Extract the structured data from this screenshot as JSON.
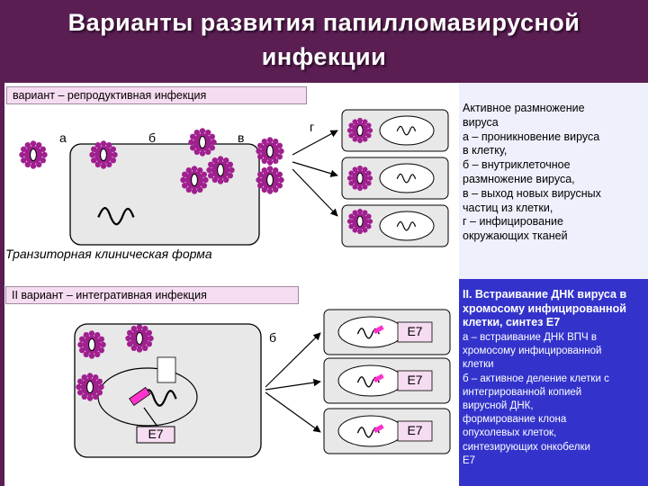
{
  "title": "Варианты развития папилломавирусной\nинфекции",
  "variant1": {
    "label": "вариант – репродуктивная инфекция",
    "letters": {
      "a": "а",
      "b": "б",
      "v": "в",
      "g": "г"
    },
    "footer": "Транзиторная клиническая форма",
    "description": "Активное размножение\nвируса\nа – проникновение вируса\n      в клетку,\nб – внутриклеточное\n      размножение вируса,\nв – выход новых вирусных\n      частиц из клетки,\nг – инфицирование\n      окружающих тканей"
  },
  "variant2": {
    "label": "II вариант – интегративная инфекция",
    "letter_b": "б",
    "e7": "Е7",
    "description_title": "II. Встраивание ДНК вируса в\nхромосому инфицированной\nклетки, синтез Е7",
    "description_body": "а – встраивание ДНК ВПЧ в\n      хромосому инфицированной\n      клетки\nб – активное деление клетки с\n      интегрированной копией\n      вирусной ДНК,\n      формирование клона\n      опухолевых клеток,\n      синтезирующих онкобелки\n      Е7"
  },
  "colors": {
    "header": "#5a1e52",
    "cell": "#e8e8e8",
    "virus_petal": "#a0208f",
    "virus_core": "#ffffff",
    "pink": "#f6dcf0",
    "sidebar_blue": "#3333cc",
    "integration_mark": "#ff33cc"
  }
}
